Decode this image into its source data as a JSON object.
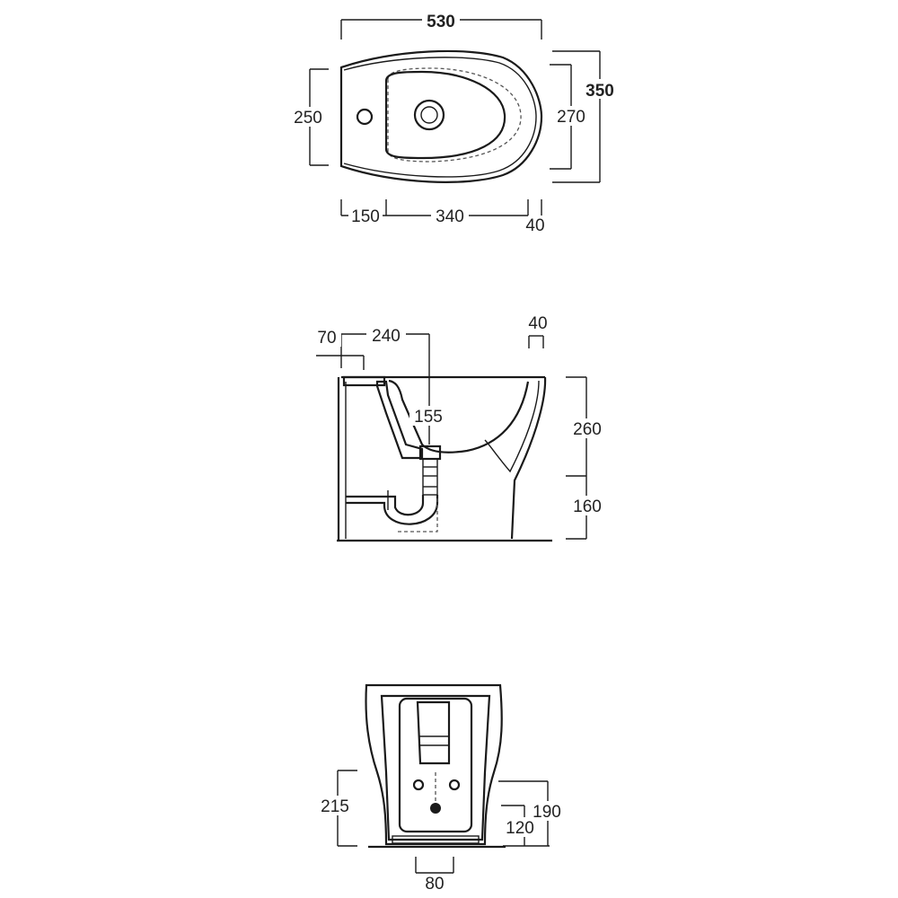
{
  "top_view": {
    "overall_length": "530",
    "overall_width": "350",
    "inner_width": "270",
    "tap_zone_width": "250",
    "front_segment": "150",
    "bowl_segment": "340",
    "rear_segment": "40"
  },
  "side_view": {
    "tap_offset": "70",
    "waste_offset": "240",
    "rim_thickness": "40",
    "bowl_depth": "155",
    "upper_height": "260",
    "lower_height": "160"
  },
  "rear_view": {
    "inlet_height": "215",
    "fixing_height": "190",
    "waste_height": "120",
    "waste_width": "80"
  }
}
